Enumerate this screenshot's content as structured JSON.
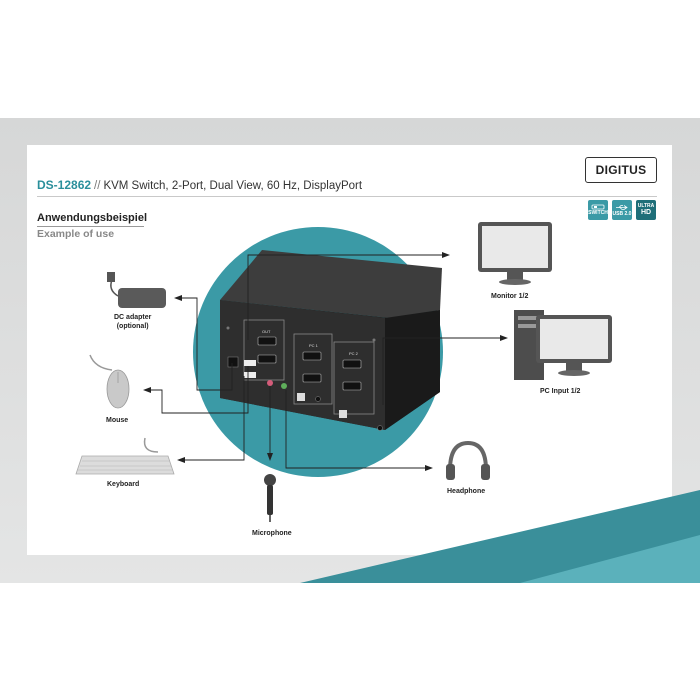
{
  "brand": {
    "logo_text": "DIGITUS"
  },
  "header": {
    "model": "DS-12862",
    "separator": "//",
    "description": "KVM Switch, 2-Port, Dual View, 60 Hz, DisplayPort"
  },
  "badges": [
    {
      "line1": "SWITCH",
      "icon": "switch-icon"
    },
    {
      "line1": "USB 2.0",
      "icon": "usb-icon"
    },
    {
      "line1": "ULTRA",
      "line2": "HD",
      "icon": "ultra-hd-icon"
    }
  ],
  "section": {
    "title_de": "Anwendungsbeispiel",
    "title_en": "Example of use"
  },
  "devices": {
    "monitor": "Monitor 1/2",
    "pc": "PC Input 1/2",
    "dc_adapter_line1": "DC adapter",
    "dc_adapter_line2": "(optional)",
    "mouse": "Mouse",
    "keyboard": "Keyboard",
    "microphone": "Microphone",
    "headphone": "Headphone"
  },
  "switch_labels": {
    "out": "OUT",
    "in1": "PC 1",
    "in2": "PC 2"
  },
  "colors": {
    "accent": "#2a8f9b",
    "circle": "#3b9aa6",
    "switch_body": "#2b2b2b"
  }
}
